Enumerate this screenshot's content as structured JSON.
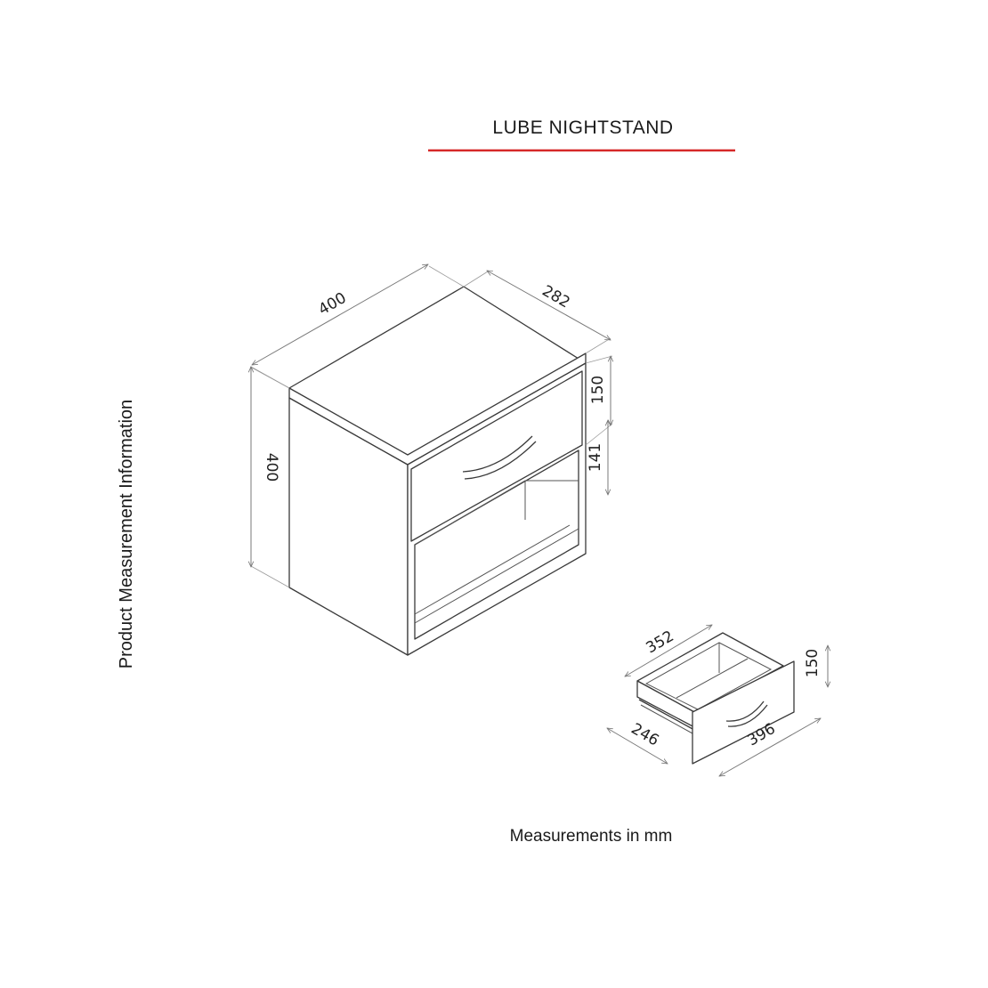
{
  "title": "LUBE NIGHTSTAND",
  "side_label": "Product Measurement Information",
  "footer": "Measurements in mm",
  "colors": {
    "accent": "#d62828",
    "line": "#3a3a3a",
    "dimension": "#7a7a7a"
  },
  "nightstand": {
    "width": "400",
    "depth": "282",
    "height": "400",
    "drawer_height": "150",
    "shelf_height": "141"
  },
  "drawer": {
    "depth": "352",
    "height": "150",
    "inner_width": "246",
    "front_width": "396"
  }
}
